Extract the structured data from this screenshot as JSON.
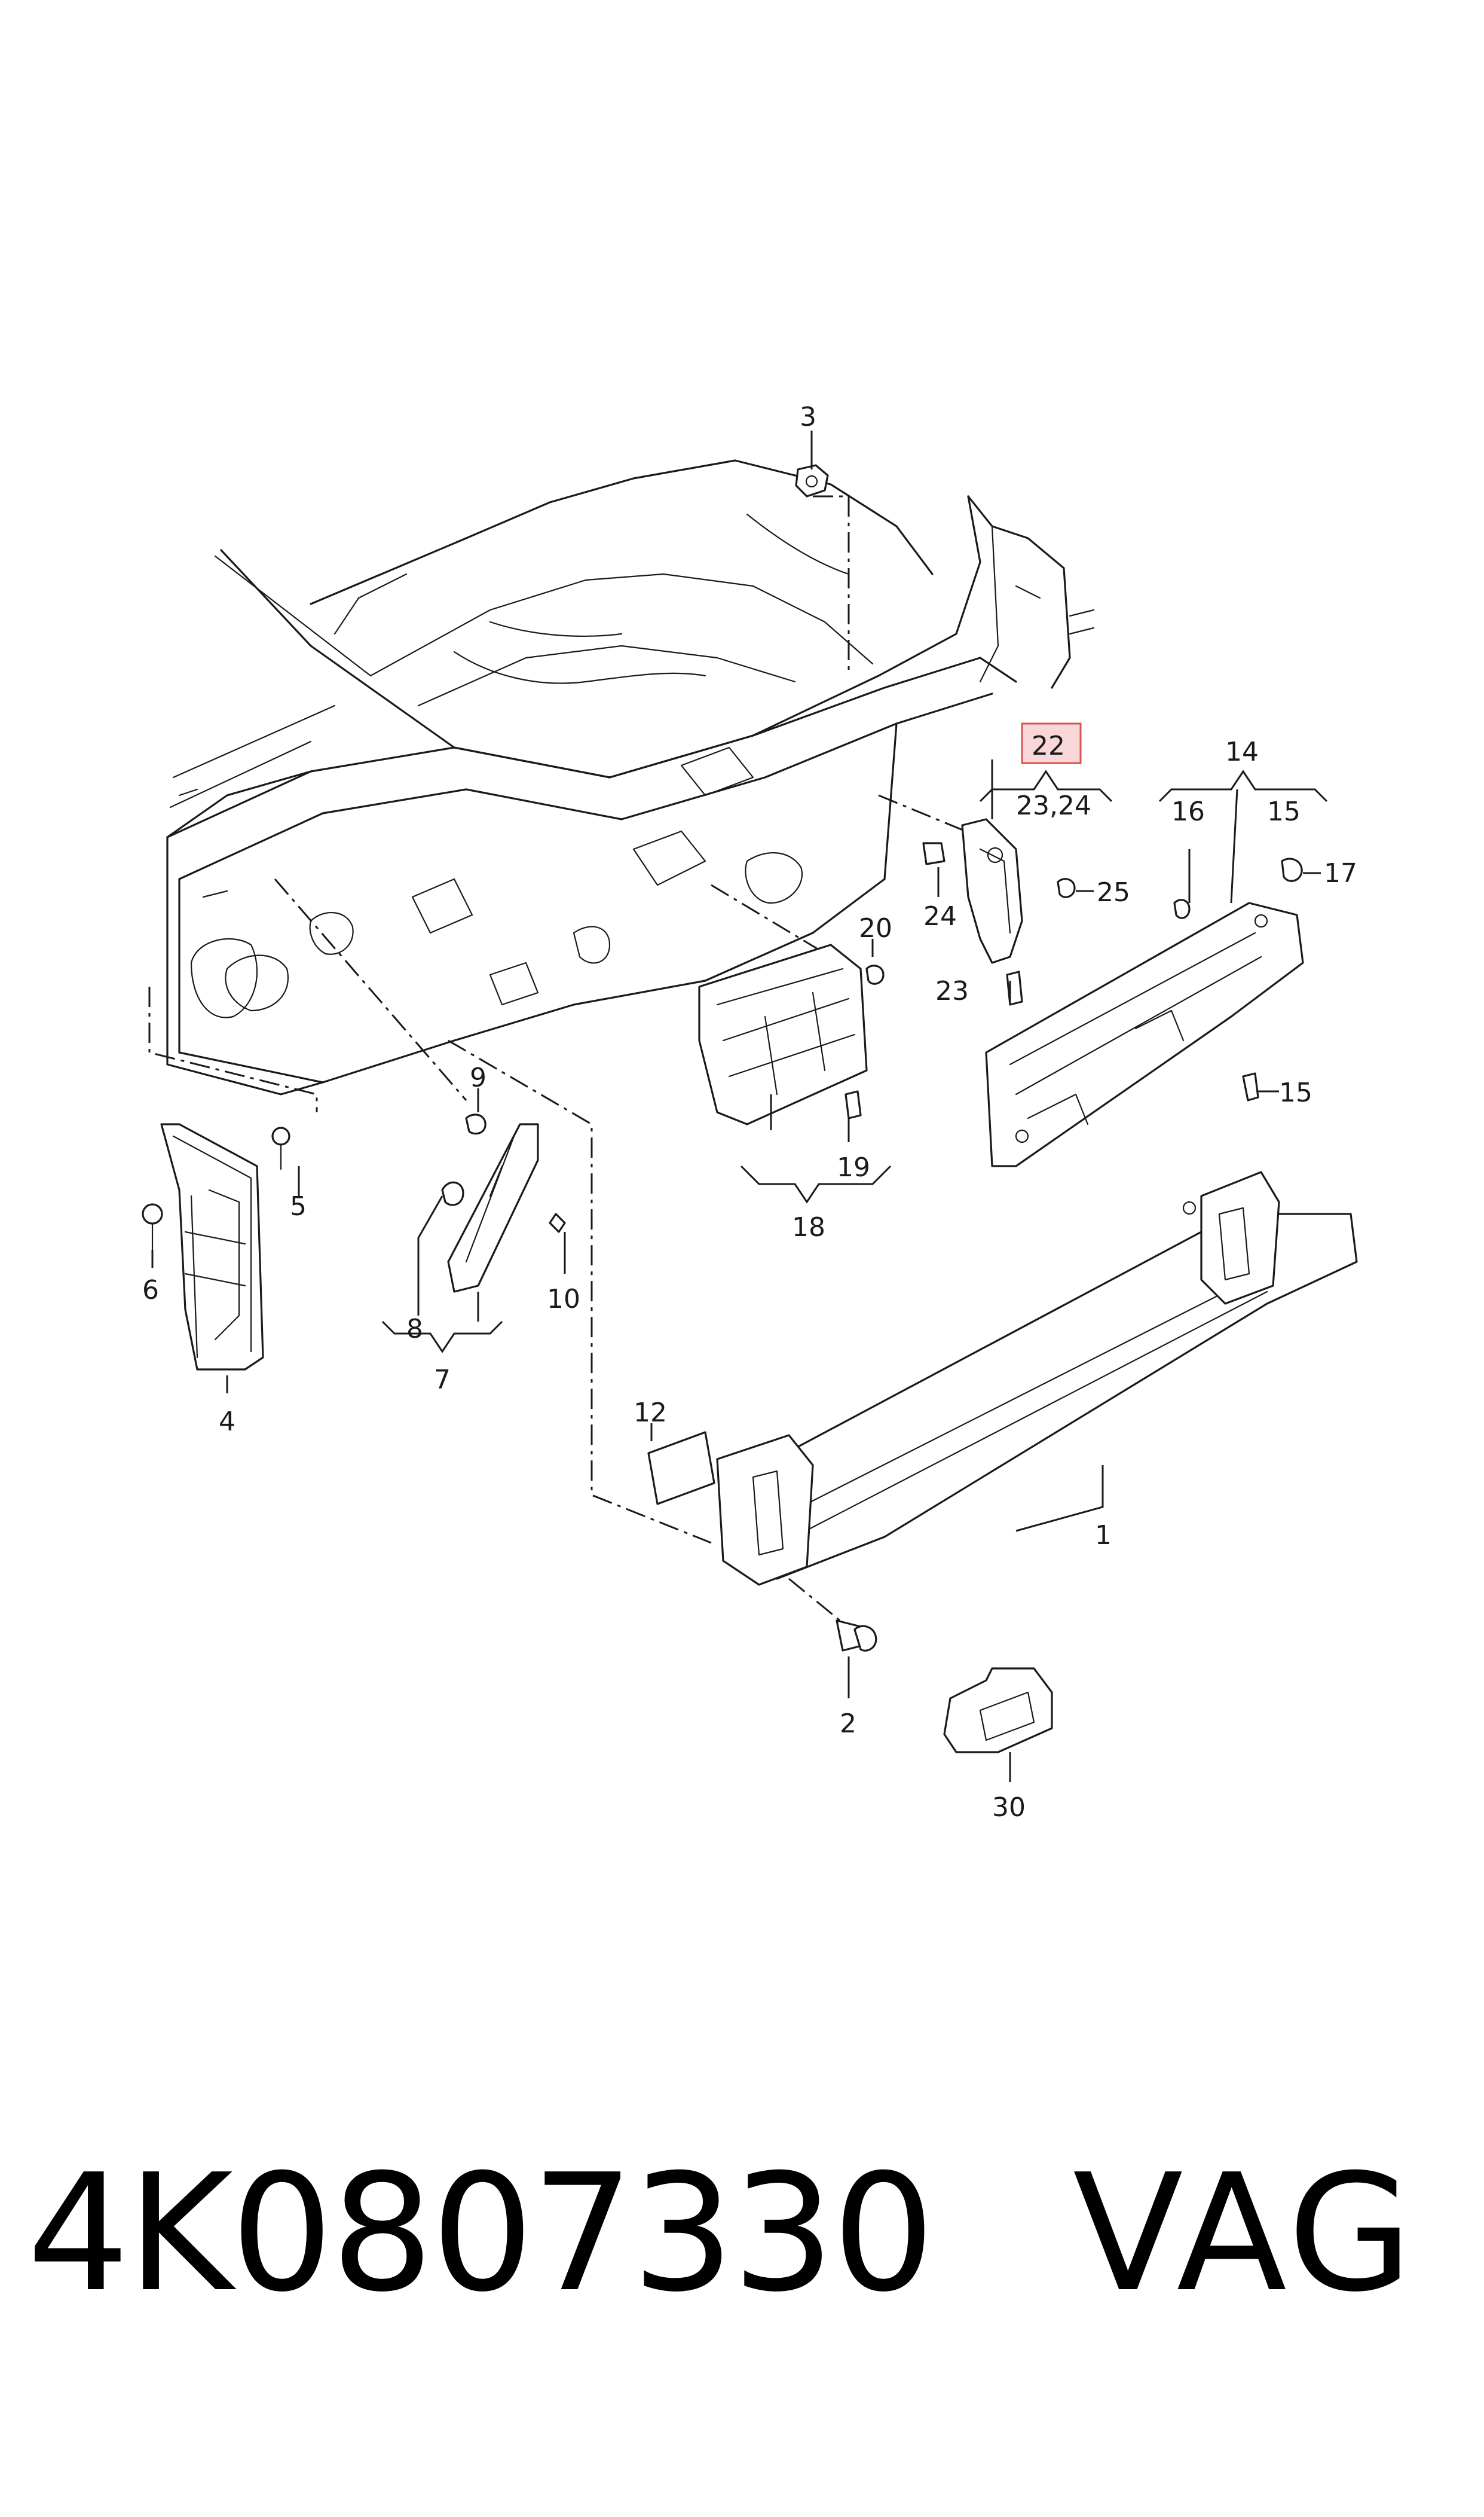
{
  "diagram": {
    "callouts": {
      "c1": "1",
      "c2": "2",
      "c3": "3",
      "c4": "4",
      "c5": "5",
      "c6": "6",
      "c7": "7",
      "c8": "8",
      "c9": "9",
      "c10": "10",
      "c12": "12",
      "c14": "14",
      "c15a": "15",
      "c15b": "15",
      "c16": "16",
      "c17": "17",
      "c18": "18",
      "c19": "19",
      "c20": "20",
      "c22": "22",
      "c2324": "23,24",
      "c23": "23",
      "c24": "24",
      "c25": "25",
      "c30": "30"
    },
    "highlighted_callout": "22",
    "highlight_color": "#f8d7da"
  },
  "footer": {
    "part_number": "4K0807330",
    "brand": "VAG"
  }
}
